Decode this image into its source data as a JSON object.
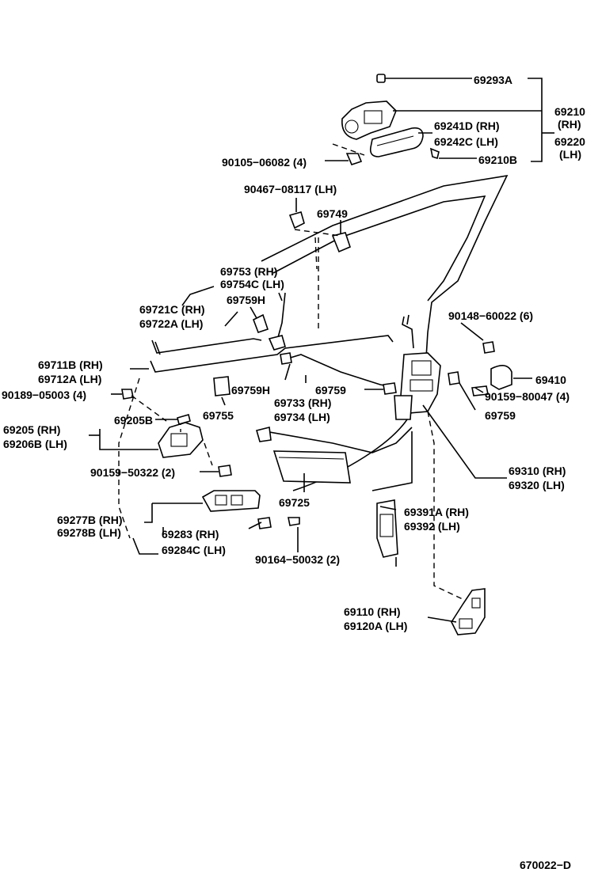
{
  "diagram": {
    "labels": {
      "l69293A": "69293A",
      "l69210": "69210",
      "l69210rh": "(RH)",
      "l69220": "69220",
      "l69220lh": "(LH)",
      "l69241D": "69241D (RH)",
      "l69242C": "69242C (LH)",
      "l69210B": "69210B",
      "l90105": "90105−06082 (4)",
      "l90467": "90467−08117 (LH)",
      "l69749": "69749",
      "l69753": "69753   (RH)",
      "l69754C": "69754C (LH)",
      "l69759H_a": "69759H",
      "l69721C": "69721C (RH)",
      "l69722A": "69722A (LH)",
      "l90148": "90148−60022 (6)",
      "l69711B": "69711B (RH)",
      "l69712A": "69712A (LH)",
      "l90189": "90189−05003 (4)",
      "l69759H_b": "69759H",
      "l69759_a": "69759",
      "l69410": "69410",
      "l90159_80047": "90159−80047 (4)",
      "l69733": "69733 (RH)",
      "l69734": "69734 (LH)",
      "l69755": "69755",
      "l69759_b": "69759",
      "l69205B": "69205B",
      "l69205": "69205   (RH)",
      "l69206B": "69206B (LH)",
      "l90159_50322": "90159−50322 (2)",
      "l69310": "69310 (RH)",
      "l69320": "69320 (LH)",
      "l69725": "69725",
      "l69391A": "69391A (RH)",
      "l69392": "69392   (LH)",
      "l69277B": "69277B (RH)",
      "l69278B": "69278B (LH)",
      "l69283": "69283     (RH)",
      "l69284C": "69284C (LH)",
      "l90164": "90164−50032 (2)",
      "l69110": "69110 (RH)",
      "l69120A": "69120A (LH)",
      "figure_code": "670022−D"
    }
  }
}
